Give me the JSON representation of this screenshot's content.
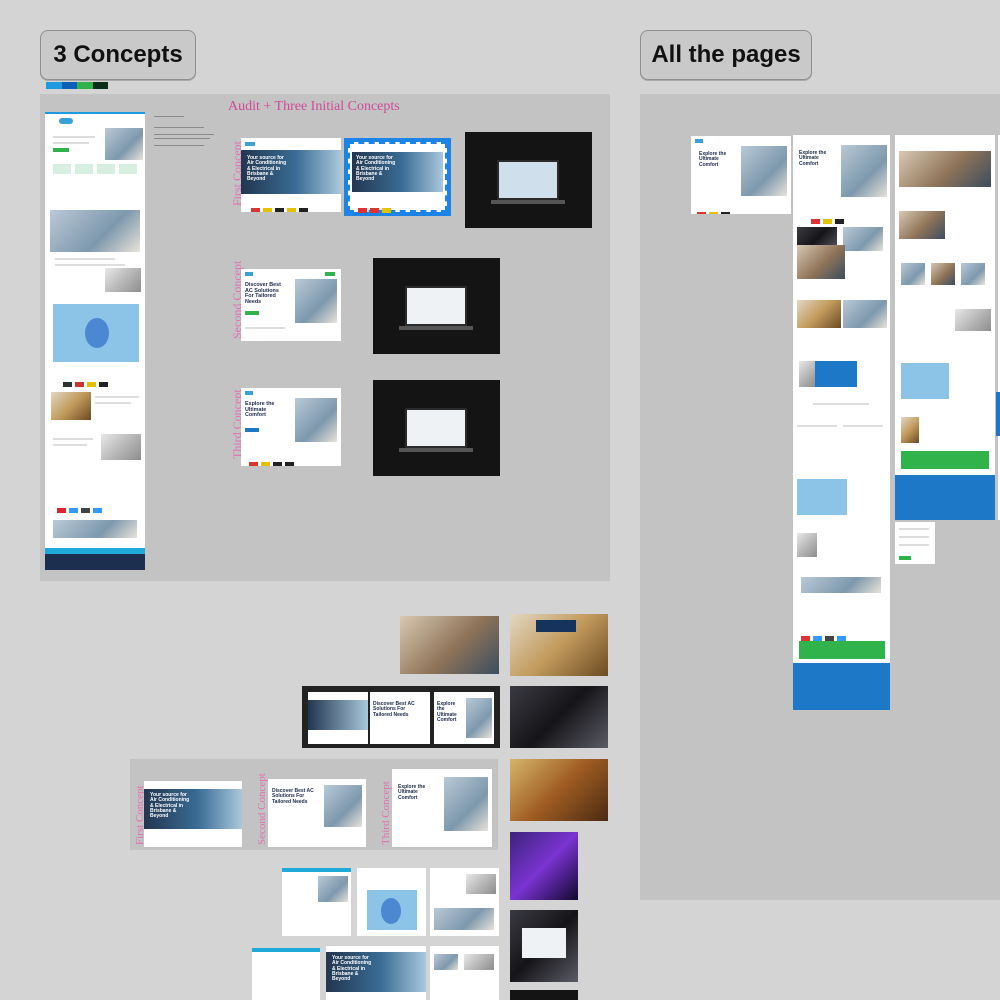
{
  "canvas": {
    "sections": [
      {
        "label": "3 Concepts"
      },
      {
        "label": "All the pages"
      }
    ]
  },
  "concepts_frame": {
    "title": "Audit + Three Initial Concepts",
    "rows": [
      {
        "label": "First Concept"
      },
      {
        "label": "Second Concept"
      },
      {
        "label": "Third Concept"
      }
    ],
    "thumb_headlines": {
      "first": "Your source for Air Conditioning & Electrical in Brisbane & Beyond",
      "second": "Discover Best AC Solutions For Tailored Needs",
      "third": "Explore the Ultimate Comfort"
    }
  },
  "colors": {
    "accent_blue": "#1e78c8",
    "accent_green": "#2fb34a",
    "navy": "#1d2f4e",
    "title_pink": "#d04a9a",
    "label_pink": "#e26fb0",
    "selection_blue": "#1b84e6"
  }
}
